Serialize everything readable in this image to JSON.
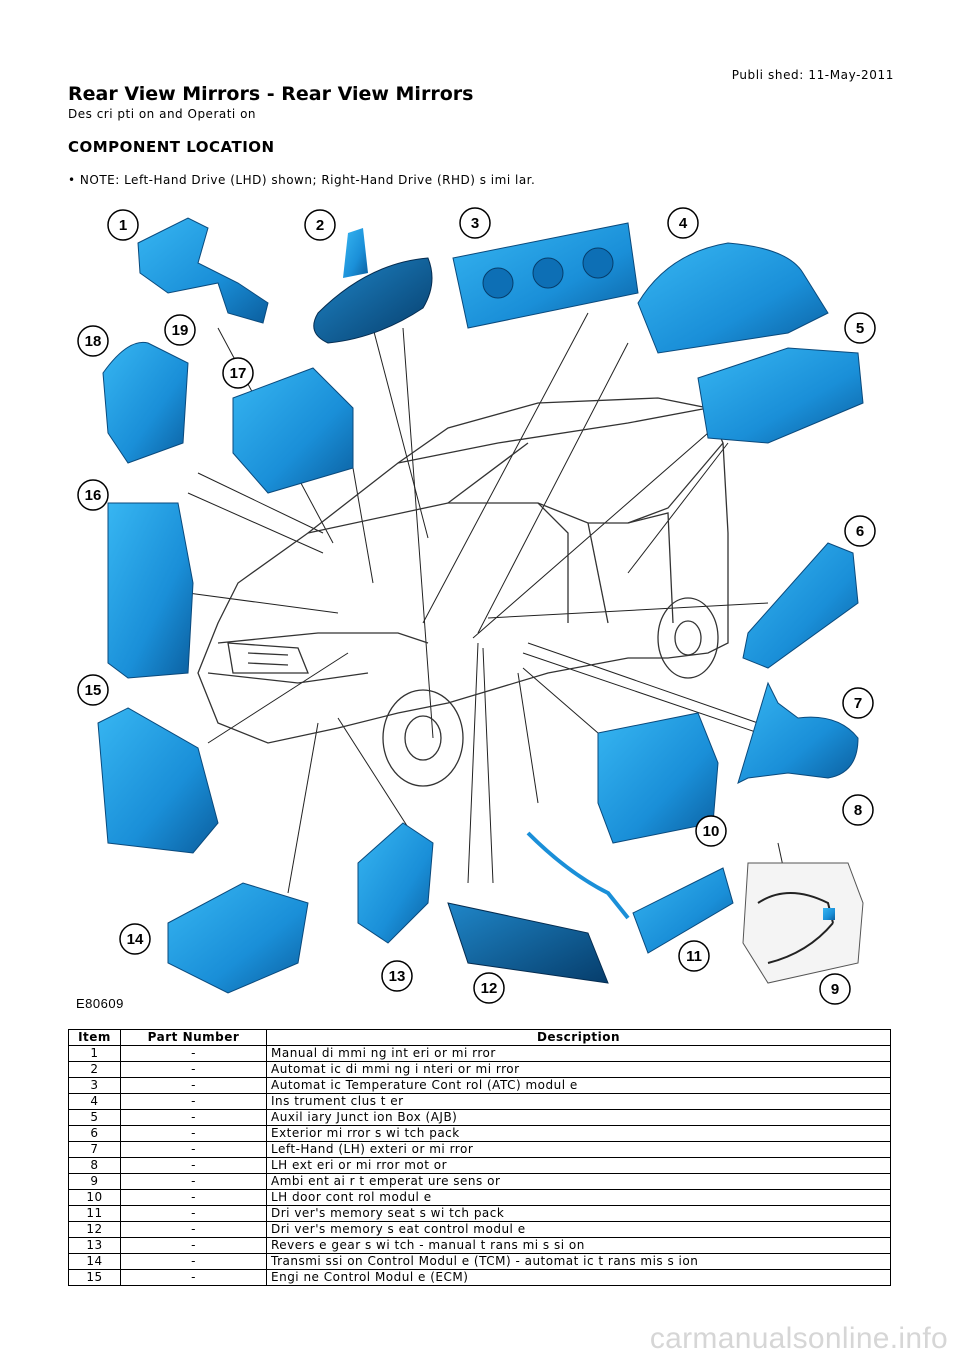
{
  "header": {
    "published": "Publi shed: 11-May-2011",
    "title": "Rear View Mirrors - Rear View Mirrors",
    "subtitle": "Des cri pti on and Operati on"
  },
  "section_title": "COMPONENT LOCATION",
  "note": "• NOTE: Left-Hand Drive (LHD) shown; Right-Hand Drive (RHD) s imi lar.",
  "figure": {
    "code": "E80609",
    "callouts": [
      "1",
      "2",
      "3",
      "4",
      "5",
      "6",
      "7",
      "8",
      "9",
      "10",
      "11",
      "12",
      "13",
      "14",
      "15",
      "16",
      "17",
      "18",
      "19"
    ],
    "component_color": "#1a8fd8"
  },
  "table": {
    "headers": [
      "Item",
      "Part Number",
      "Description"
    ],
    "rows": [
      [
        "1",
        "-",
        "Manual di mmi ng int eri or mi rror"
      ],
      [
        "2",
        "-",
        "Automat ic di mmi ng i nteri or mi rror"
      ],
      [
        "3",
        "-",
        "Automat ic Temperature Cont rol (ATC) modul e"
      ],
      [
        "4",
        "-",
        "Ins trument clus t er"
      ],
      [
        "5",
        "-",
        "Auxil iary Junct ion Box (AJB)"
      ],
      [
        "6",
        "-",
        "Exterior mi rror s wi tch pack"
      ],
      [
        "7",
        "-",
        "Left-Hand (LH) exteri or mi rror"
      ],
      [
        "8",
        "-",
        "LH ext eri or mi rror mot or"
      ],
      [
        "9",
        "-",
        "Ambi ent ai r t emperat ure sens or"
      ],
      [
        "10",
        "-",
        "LH door cont rol modul e"
      ],
      [
        "11",
        "-",
        "Dri ver's memory seat s wi tch pack"
      ],
      [
        "12",
        "-",
        "Dri ver's memory s eat control modul e"
      ],
      [
        "13",
        "-",
        "Revers e gear s wi tch - manual t rans mi s si on"
      ],
      [
        "14",
        "-",
        "Transmi ssi on Control Modul e (TCM) - automat ic t rans mis s ion"
      ],
      [
        "15",
        "-",
        "Engi ne Control Modul e (ECM)"
      ]
    ]
  },
  "watermark": "carmanualsonline.info"
}
